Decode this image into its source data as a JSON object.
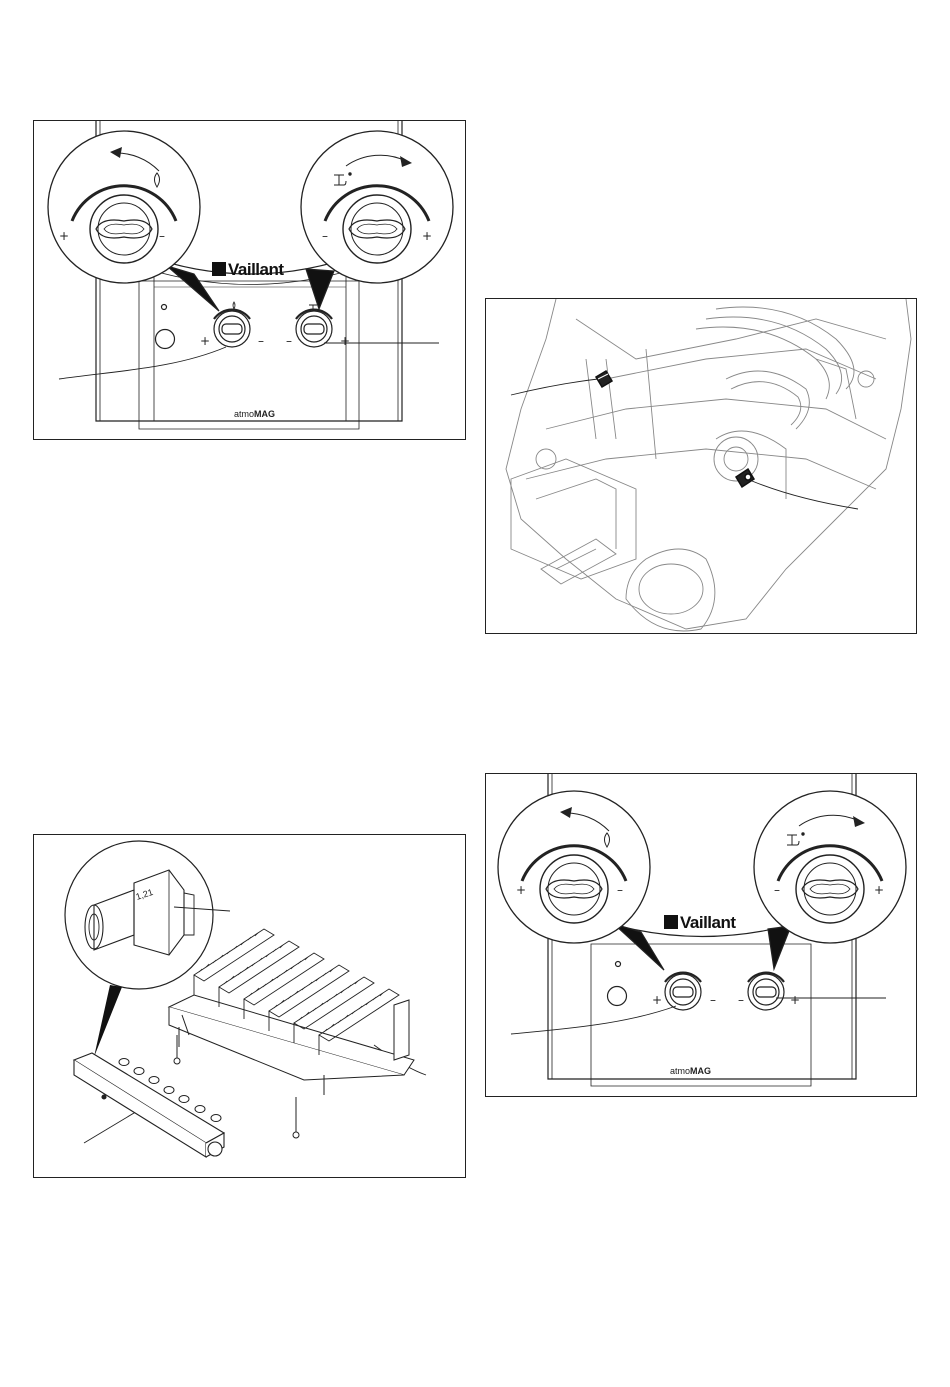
{
  "figures": [
    {
      "id": "fig1",
      "brand": "Vaillant",
      "model_prefix": "atmo",
      "model_suffix": "MAG",
      "plus": "+",
      "minus": "–"
    },
    {
      "id": "fig2",
      "plus": "+",
      "minus": "–"
    },
    {
      "id": "fig3",
      "nozzle_stamp": "1,21"
    },
    {
      "id": "fig4",
      "brand": "Vaillant",
      "model_prefix": "atmo",
      "model_suffix": "MAG",
      "plus": "+",
      "minus": "–"
    }
  ],
  "icons": [
    "flame-icon",
    "tap-icon",
    "vaillant-logo-icon"
  ]
}
